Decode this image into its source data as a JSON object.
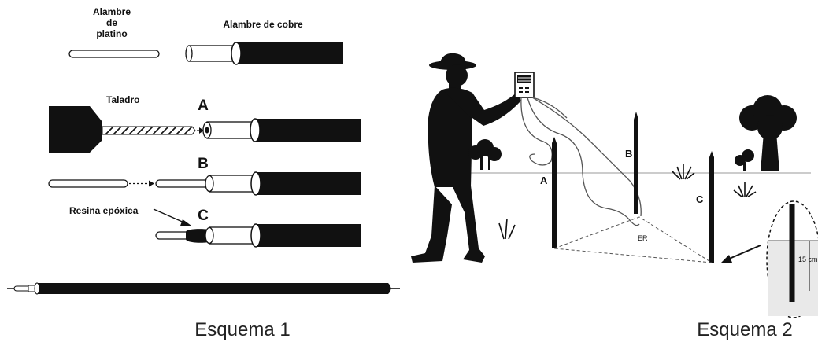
{
  "scheme1": {
    "platinum_label": [
      "Alambre",
      "de",
      "platino"
    ],
    "copper_label": "Alambre de cobre",
    "drill_label": "Taladro",
    "step_a": "A",
    "step_b": "B",
    "step_c": "C",
    "epoxy_label": "Resina epóxica",
    "caption": "Esquema 1"
  },
  "scheme2": {
    "electrode_a": "A",
    "electrode_b": "B",
    "electrode_c": "C",
    "reference_label": "ER",
    "depth_label": "15 cm",
    "caption": "Esquema 2"
  }
}
